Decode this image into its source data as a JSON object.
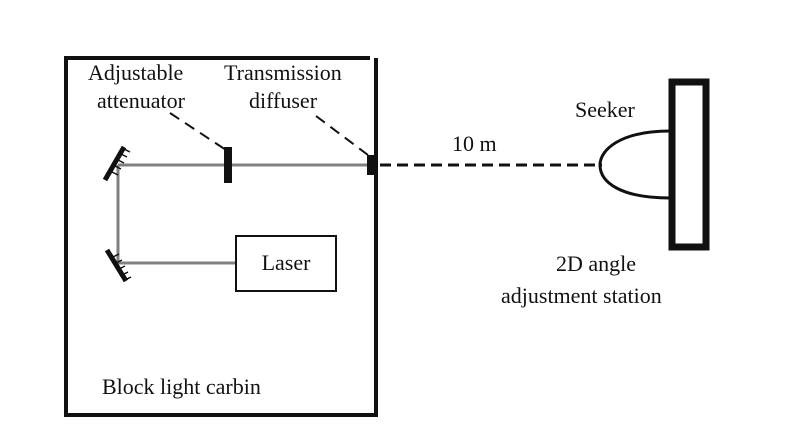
{
  "labels": {
    "adjustable": "Adjustable",
    "attenuator": "attenuator",
    "transmission": "Transmission",
    "diffuser": "diffuser",
    "distance": "10 m",
    "seeker": "Seeker",
    "laser": "Laser",
    "station_line1": "2D angle",
    "station_line2": "adjustment station",
    "cabin": "Block light carbin"
  },
  "colors": {
    "stroke": "#111111",
    "beam": "#808080"
  }
}
